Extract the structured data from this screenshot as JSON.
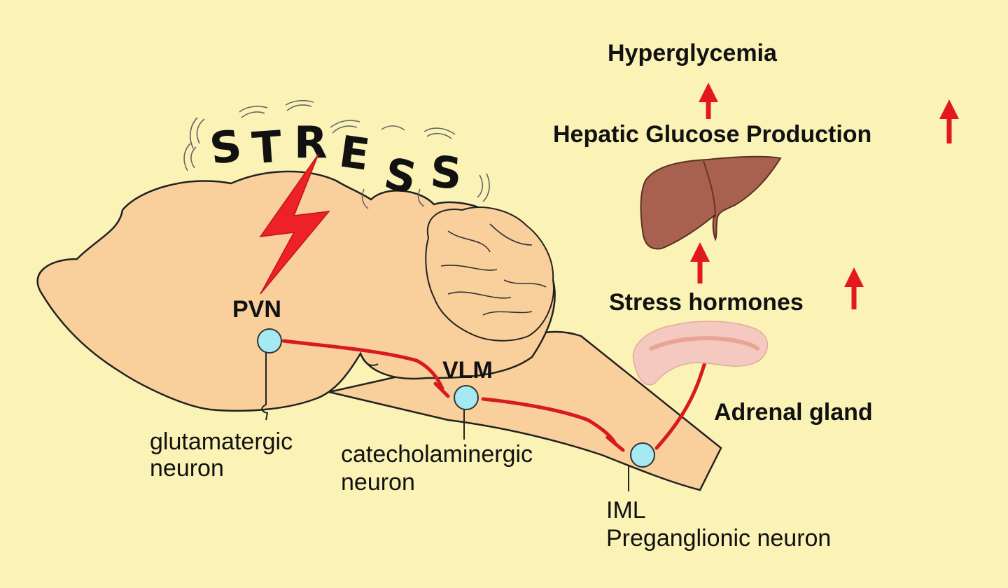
{
  "stress_word": [
    "S",
    "T",
    "R",
    "E",
    "S",
    "S"
  ],
  "regions": {
    "pvn": "PVN",
    "vlm": "VLM"
  },
  "neurons": {
    "glutamatergic": [
      "glutamatergic",
      "neuron"
    ],
    "catecholaminergic": [
      "catecholaminergic",
      "neuron"
    ],
    "iml": [
      "IML",
      "Preganglionic neuron"
    ]
  },
  "organs": {
    "adrenal": "Adrenal gland",
    "stress_hormones": "Stress hormones",
    "hepatic": "Hepatic Glucose Production",
    "hyperglycemia": "Hyperglycemia"
  },
  "colors": {
    "background": "#fbf3b6",
    "brain": "#f9cf9b",
    "outline": "#222222",
    "pathway": "#d71920",
    "lightning": "#ee2028",
    "neuron": "#a5e9f3",
    "liver": "#a8604f",
    "adrenal": "#f4c9c0",
    "arrow": "#e3181d"
  },
  "icons": [
    "lightning-bolt-icon",
    "liver-icon",
    "adrenal-gland-icon",
    "up-arrow-icon",
    "neuron-icon"
  ]
}
